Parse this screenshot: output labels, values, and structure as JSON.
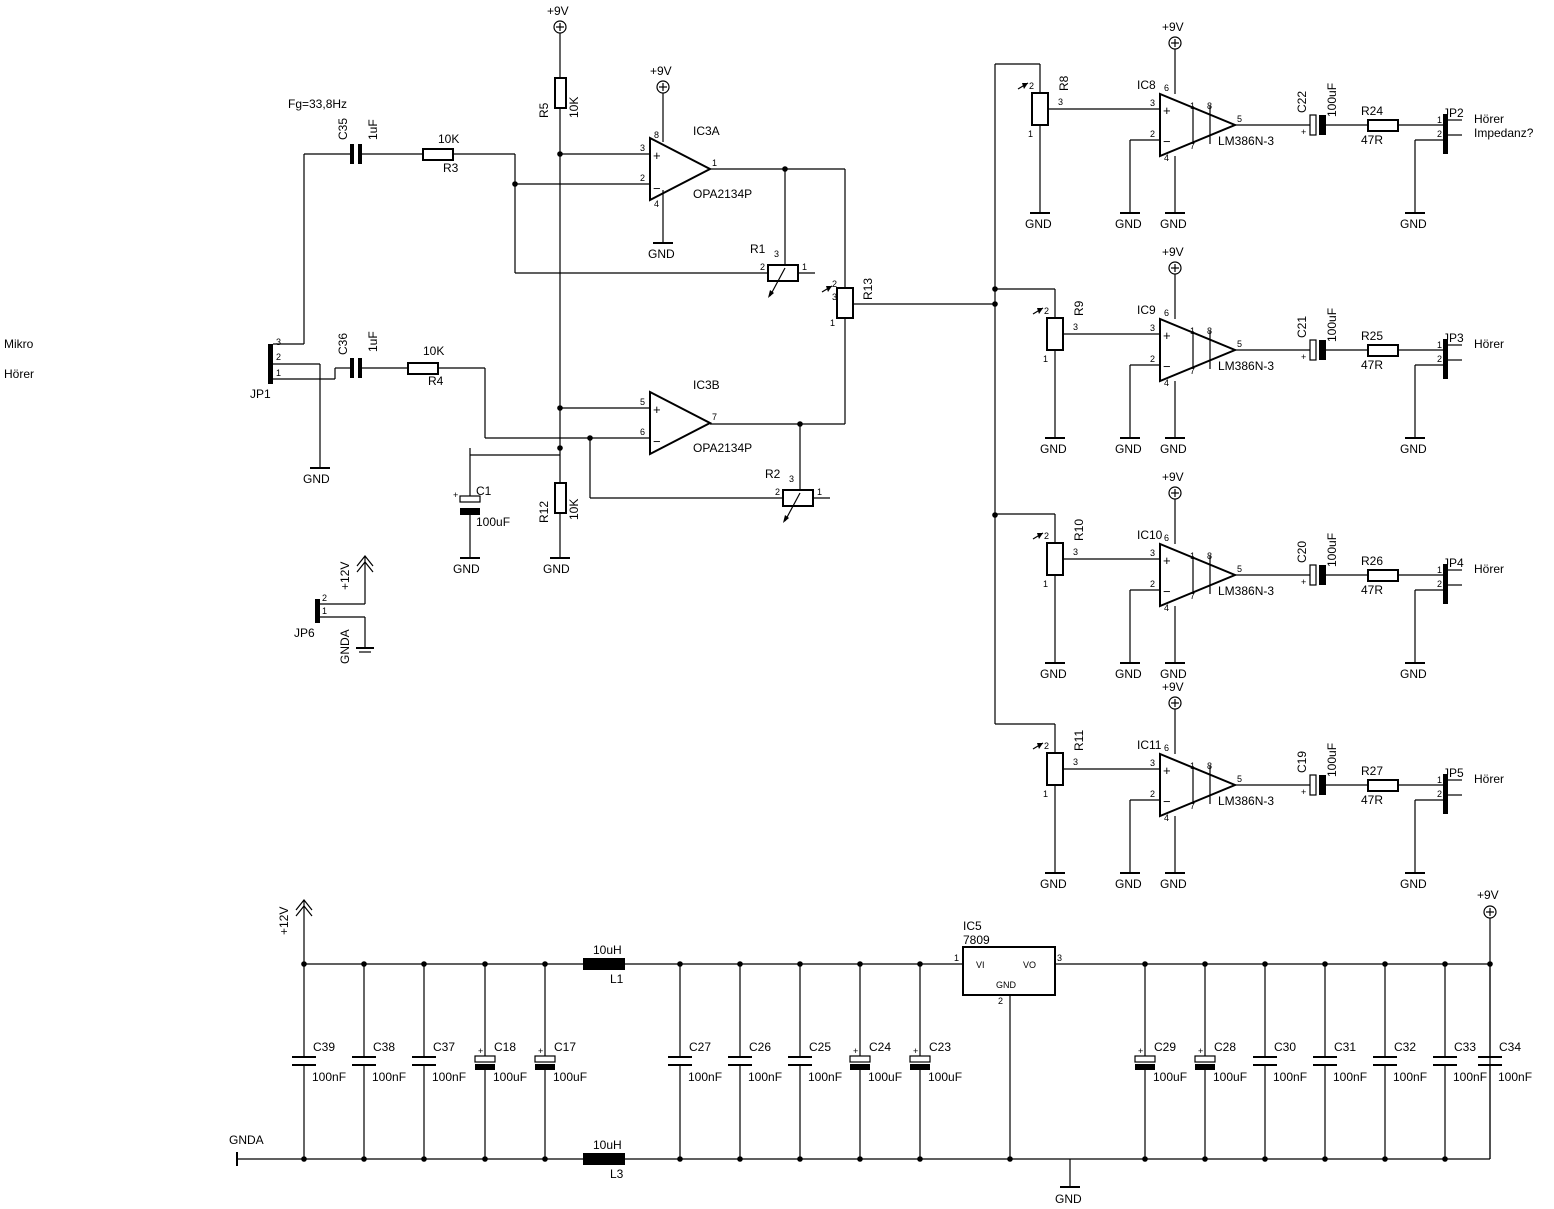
{
  "side_labels": {
    "mikro": "Mikro",
    "hoerer": "Hörer"
  },
  "labels": {
    "plus9v": "+9V",
    "plus12v": "+12V",
    "gnd": "GND",
    "gnda": "GNDA",
    "fg": "Fg=33,8Hz",
    "k10": "10K",
    "uf1": "1uF",
    "uf100": "100uF",
    "nf100": "100nF",
    "uh10": "10uH",
    "r47": "47R",
    "opa": "OPA2134P",
    "lm": "LM386N-3",
    "hoerer": "Hörer",
    "impedanz": "Impedanz?",
    "vi": "VI",
    "vo": "VO",
    "reg": "7809"
  },
  "refs": {
    "IC3A": "IC3A",
    "IC3B": "IC3B",
    "IC8": "IC8",
    "IC9": "IC9",
    "IC10": "IC10",
    "IC11": "IC11",
    "IC5": "IC5",
    "R1": "R1",
    "R2": "R2",
    "R3": "R3",
    "R4": "R4",
    "R5": "R5",
    "R8": "R8",
    "R9": "R9",
    "R10": "R10",
    "R11": "R11",
    "R12": "R12",
    "R13": "R13",
    "R24": "R24",
    "R25": "R25",
    "R26": "R26",
    "R27": "R27",
    "C1": "C1",
    "C17": "C17",
    "C18": "C18",
    "C19": "C19",
    "C20": "C20",
    "C21": "C21",
    "C22": "C22",
    "C23": "C23",
    "C24": "C24",
    "C25": "C25",
    "C26": "C26",
    "C27": "C27",
    "C28": "C28",
    "C29": "C29",
    "C30": "C30",
    "C31": "C31",
    "C32": "C32",
    "C33": "C33",
    "C34": "C34",
    "C35": "C35",
    "C36": "C36",
    "C37": "C37",
    "C38": "C38",
    "C39": "C39",
    "JP1": "JP1",
    "JP2": "JP2",
    "JP3": "JP3",
    "JP4": "JP4",
    "JP5": "JP5",
    "JP6": "JP6",
    "L1": "L1",
    "L3": "L3"
  },
  "amp_channels": [
    {
      "ic": "IC8",
      "pot": "R8",
      "cap": "C22",
      "res": "R24",
      "jp": "JP2",
      "out": "Hörer",
      "out2": "Impedanz?"
    },
    {
      "ic": "IC9",
      "pot": "R9",
      "cap": "C21",
      "res": "R25",
      "jp": "JP3",
      "out": "Hörer",
      "out2": ""
    },
    {
      "ic": "IC10",
      "pot": "R10",
      "cap": "C20",
      "res": "R26",
      "jp": "JP4",
      "out": "Hörer",
      "out2": ""
    },
    {
      "ic": "IC11",
      "pot": "R11",
      "cap": "C19",
      "res": "R27",
      "jp": "JP5",
      "out": "Hörer",
      "out2": ""
    }
  ],
  "supply_caps": [
    {
      "ref": "C39",
      "value": "100nF",
      "type": "ceramic"
    },
    {
      "ref": "C38",
      "value": "100nF",
      "type": "ceramic"
    },
    {
      "ref": "C37",
      "value": "100nF",
      "type": "ceramic"
    },
    {
      "ref": "C18",
      "value": "100uF",
      "type": "electrolytic"
    },
    {
      "ref": "C17",
      "value": "100uF",
      "type": "electrolytic"
    },
    {
      "ref": "C27",
      "value": "100nF",
      "type": "ceramic"
    },
    {
      "ref": "C26",
      "value": "100nF",
      "type": "ceramic"
    },
    {
      "ref": "C25",
      "value": "100nF",
      "type": "ceramic"
    },
    {
      "ref": "C24",
      "value": "100uF",
      "type": "electrolytic"
    },
    {
      "ref": "C23",
      "value": "100uF",
      "type": "electrolytic"
    },
    {
      "ref": "C29",
      "value": "100uF",
      "type": "electrolytic"
    },
    {
      "ref": "C28",
      "value": "100uF",
      "type": "electrolytic"
    },
    {
      "ref": "C30",
      "value": "100nF",
      "type": "ceramic"
    },
    {
      "ref": "C31",
      "value": "100nF",
      "type": "ceramic"
    },
    {
      "ref": "C32",
      "value": "100nF",
      "type": "ceramic"
    },
    {
      "ref": "C33",
      "value": "100nF",
      "type": "ceramic"
    },
    {
      "ref": "C34",
      "value": "100nF",
      "type": "ceramic"
    }
  ],
  "pins": {
    "p1": "1",
    "p2": "2",
    "p3": "3",
    "p4": "4",
    "p5": "5",
    "p6": "6",
    "p7": "7",
    "p8": "8",
    "plus": "+",
    "minus": "−"
  }
}
